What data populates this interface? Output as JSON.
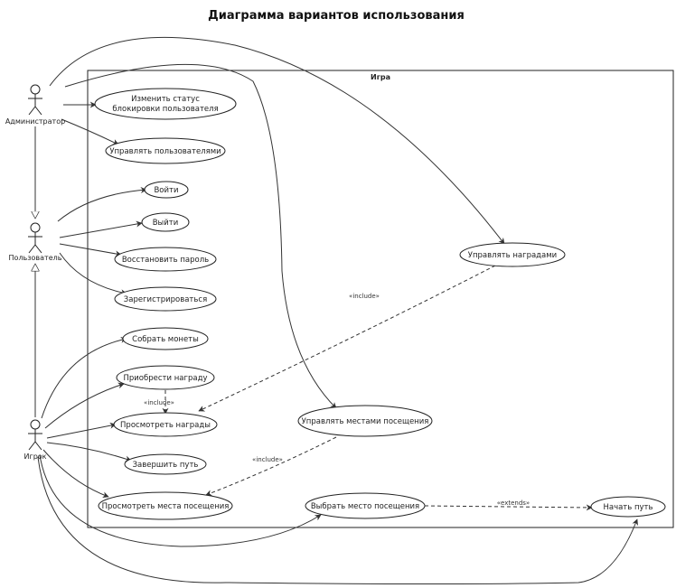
{
  "title": "Диаграмма вариантов использования",
  "system": {
    "name": "Игра"
  },
  "actors": {
    "admin": "Администратор",
    "user": "Пользователь",
    "player": "Игрок"
  },
  "use_cases": {
    "change_block_status": [
      "Изменить статус",
      "блокировки пользователя"
    ],
    "manage_users": "Управлять пользователями",
    "login": "Войти",
    "logout": "Выйти",
    "restore_password": "Восстановить пароль",
    "register": "Зарегистрироваться",
    "collect_coins": "Собрать монеты",
    "buy_reward": "Приобрести награду",
    "view_rewards": "Просмотреть награды",
    "finish_path": "Завершить путь",
    "view_places": "Просмотреть места посещения",
    "manage_rewards": "Управлять наградами",
    "manage_places": "Управлять местами посещения",
    "choose_place": "Выбрать место посещения",
    "start_path": "Начать путь"
  },
  "stereotypes": {
    "include": "«include»",
    "extends": "«extends»"
  }
}
